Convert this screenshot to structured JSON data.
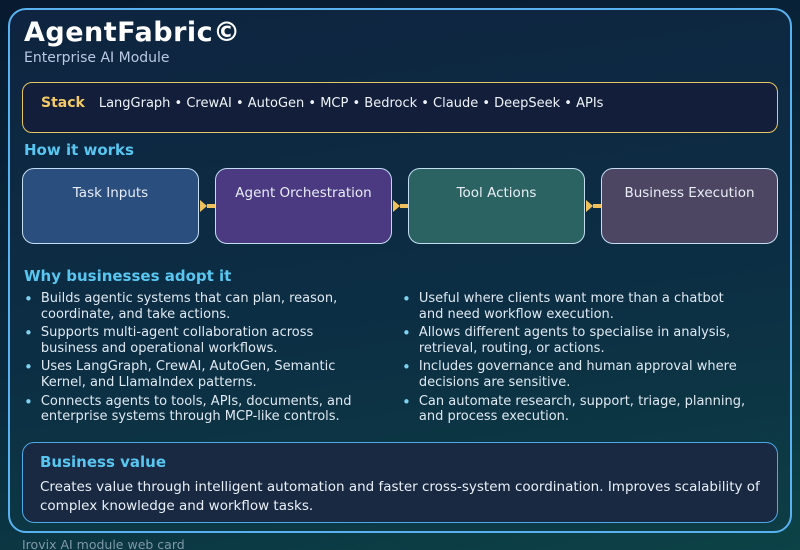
{
  "header": {
    "title": "AgentFabric©",
    "subtitle": "Enterprise AI Module"
  },
  "stack": {
    "label": "Stack",
    "items_text": "LangGraph • CrewAI • AutoGen • MCP • Bedrock • Claude • DeepSeek • APIs"
  },
  "how_it_works": {
    "heading": "How it works",
    "steps": [
      {
        "label": "Task Inputs",
        "color": "#2a4e7d"
      },
      {
        "label": "Agent Orchestration",
        "color": "#4b3a81"
      },
      {
        "label": "Tool Actions",
        "color": "#2b6363"
      },
      {
        "label": "Business Execution",
        "color": "#4d4663"
      }
    ]
  },
  "why_adopt": {
    "heading": "Why businesses adopt it",
    "left_bullets": [
      "Builds agentic systems that can plan, reason,\ncoordinate, and take actions.",
      "Supports multi-agent collaboration across\nbusiness and operational workflows.",
      "Uses LangGraph, CrewAI, AutoGen, Semantic\nKernel, and LlamaIndex patterns.",
      "Connects agents to tools, APIs, documents, and\nenterprise systems through MCP-like controls."
    ],
    "right_bullets": [
      "Useful where clients want more than a chatbot\nand need workflow execution.",
      "Allows different agents to specialise in analysis,\nretrieval, routing, or actions.",
      "Includes governance and human approval where\ndecisions are sensitive.",
      "Can automate research, support, triage, planning,\nand process execution."
    ]
  },
  "business_value": {
    "heading": "Business value",
    "text": "Creates value through intelligent automation and faster cross-system coordination. Improves scalability of\ncomplex knowledge and workflow tasks."
  },
  "footer": {
    "caption": "Irovix AI module web card"
  },
  "colors": {
    "accent_cyan": "#58c6f0",
    "accent_gold": "#f3ca67",
    "card_border_blue": "#59b1ef",
    "arrow_gold": "#f0c05c"
  }
}
